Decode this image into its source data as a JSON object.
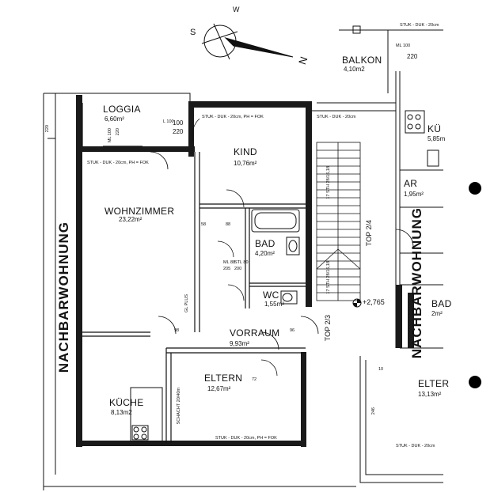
{
  "rooms": {
    "balkon": {
      "name": "BALKON",
      "area": "4,10m2"
    },
    "loggia": {
      "name": "LOGGIA",
      "area": "6,60m²"
    },
    "kind": {
      "name": "KIND",
      "area": "10,76m²"
    },
    "wohn": {
      "name": "WOHNZIMMER",
      "area": "23,22m²"
    },
    "bad": {
      "name": "BAD",
      "area": "4,20m²"
    },
    "wc": {
      "name": "WC",
      "area": "1,55m²"
    },
    "vorraum": {
      "name": "VORRAUM",
      "area": "9,93m²"
    },
    "eltern": {
      "name": "ELTERN",
      "area": "12,67m²"
    },
    "kueche": {
      "name": "KÜCHE",
      "area": "8,13m2"
    },
    "ar": {
      "name": "AR",
      "area": "1,95m²"
    },
    "kue_r": {
      "name": "KÜ",
      "area": "5,85m"
    },
    "elter_r": {
      "name": "ELTER",
      "area": "13,13m²"
    },
    "bad_r": {
      "name": "BAD",
      "area": "2m²"
    }
  },
  "neighbors": {
    "left": "NACHBARWOHNUNG",
    "right": "NACHBARWOHNUNG"
  },
  "tops": {
    "top24": "TOP 2/4",
    "top23": "TOP 2/3"
  },
  "level": "+2,765",
  "compass": {
    "n": "N",
    "s": "S",
    "w": "W"
  },
  "dims": {
    "ml100": "ML 100",
    "n220": "220",
    "l100": "L 100",
    "n220b": "220",
    "ml100b": "ML 100",
    "n220c": "220",
    "n100": "100",
    "stuk1": "STUK - DUK - 20cm, PH = FOK",
    "stuk2": "STUK - DUK - 20cm",
    "stuk3": "STUK - DUK - 20cm, PH = FOK",
    "stuk4": "STUK - DUK - 20cm, PH = FOK",
    "stuk5": "STUK - DUK - 20cm",
    "stuk6": "STUK - DUK - 20cm",
    "stair1": "17 STH 28/16,18",
    "stair2": "17 STH 28/16,18",
    "ml88": "ML 88",
    "stl80": "STL 80",
    "n200": "200",
    "n205": "205",
    "n58": "58",
    "n88": "88",
    "n98": "98",
    "n96": "96",
    "n72": "72",
    "n246": "246",
    "n10": "10",
    "schacht": "SCHACHT 20/40m",
    "glas": "GL PLUS",
    "n220d": "220"
  }
}
